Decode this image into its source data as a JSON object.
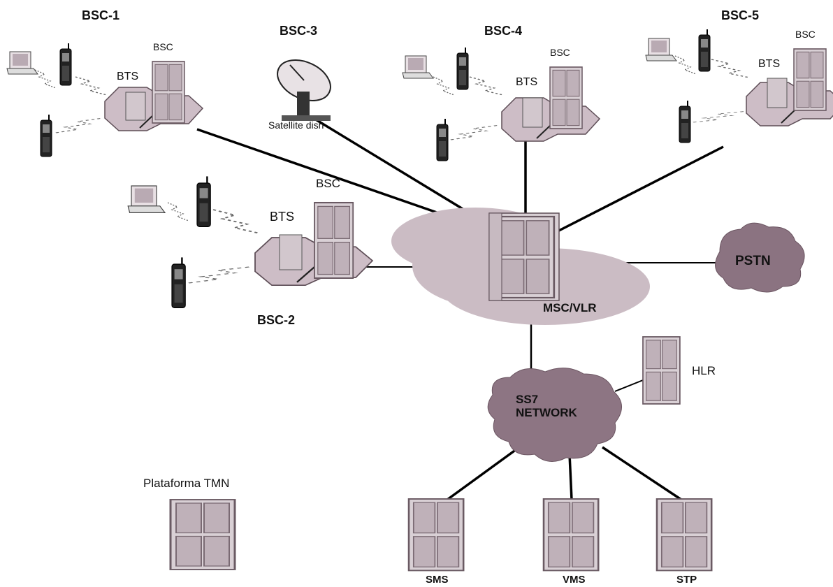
{
  "clusters": {
    "bsc1": {
      "title": "BSC-1",
      "bsc": "BSC",
      "bts": "BTS"
    },
    "bsc2": {
      "title": "BSC-2",
      "bsc": "BSC",
      "bts": "BTS"
    },
    "bsc3": {
      "title": "BSC-3",
      "dish": "Satellite dish"
    },
    "bsc4": {
      "title": "BSC-4",
      "bsc": "BSC",
      "bts": "BTS"
    },
    "bsc5": {
      "title": "BSC-5",
      "bsc": "BSC",
      "bts": "BTS"
    }
  },
  "core": {
    "msc": "MSC/VLR",
    "pstn": "PSTN",
    "hlr": "HLR",
    "ss7_line1": "SS7",
    "ss7_line2": "NETWORK"
  },
  "services": {
    "sms": "SMS",
    "vms": "VMS",
    "stp": "STP"
  },
  "tmn": {
    "label": "Plataforma TMN"
  },
  "colors": {
    "cloud": "#c9b9c2",
    "dark_cloud": "#8d7583",
    "rack": "#d8cfd4",
    "line": "#000000"
  }
}
